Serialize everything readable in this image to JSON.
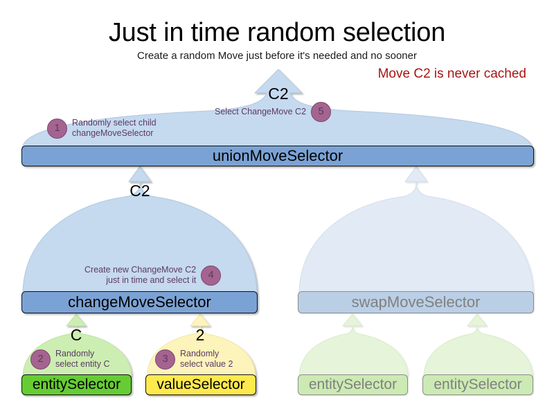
{
  "header": {
    "title": "Just in time random selection",
    "subtitle": "Create a random Move just before it's needed and no sooner",
    "warning": "Move C2 is never cached"
  },
  "colors": {
    "blue_box": "#7ba2d4",
    "blue_fan": "#c5d9ef",
    "green_box": "#66cc33",
    "green_fan": "#cdeeb2",
    "yellow_box": "#ffe94d",
    "yellow_fan": "#fdf4bb",
    "faded_blue_box": "#bacfe6",
    "faded_blue_fan": "#e2eaf5",
    "faded_green_box": "#cceab3",
    "faded_green_fan": "#e6f4da",
    "badge": "#a4648f",
    "annotation_text": "#5b3a63",
    "warning_red": "#a81414",
    "faded_text": "#808080"
  },
  "nodes": {
    "union": {
      "label": "unionMoveSelector"
    },
    "change": {
      "label": "changeMoveSelector"
    },
    "swap": {
      "label": "swapMoveSelector"
    },
    "entity_c": {
      "label": "entitySelector"
    },
    "value_2": {
      "label": "valueSelector"
    },
    "swap_entity_1": {
      "label": "entitySelector"
    },
    "swap_entity_2": {
      "label": "entitySelector"
    }
  },
  "edge_labels": {
    "union_out": "C2",
    "change_to_union": "C2",
    "entity_out": "C",
    "value_out": "2"
  },
  "annotations": [
    {
      "number": "1",
      "lines": [
        "Randomly select child",
        "changeMoveSelector"
      ],
      "align": "left"
    },
    {
      "number": "5",
      "lines": [
        "Select ChangeMove C2"
      ],
      "align": "right"
    },
    {
      "number": "4",
      "lines": [
        "Create new ChangeMove C2",
        "just in time and select it"
      ],
      "align": "right"
    },
    {
      "number": "2",
      "lines": [
        "Randomly",
        "select entity C"
      ],
      "align": "left"
    },
    {
      "number": "3",
      "lines": [
        "Randomly",
        "select value 2"
      ],
      "align": "left"
    }
  ]
}
